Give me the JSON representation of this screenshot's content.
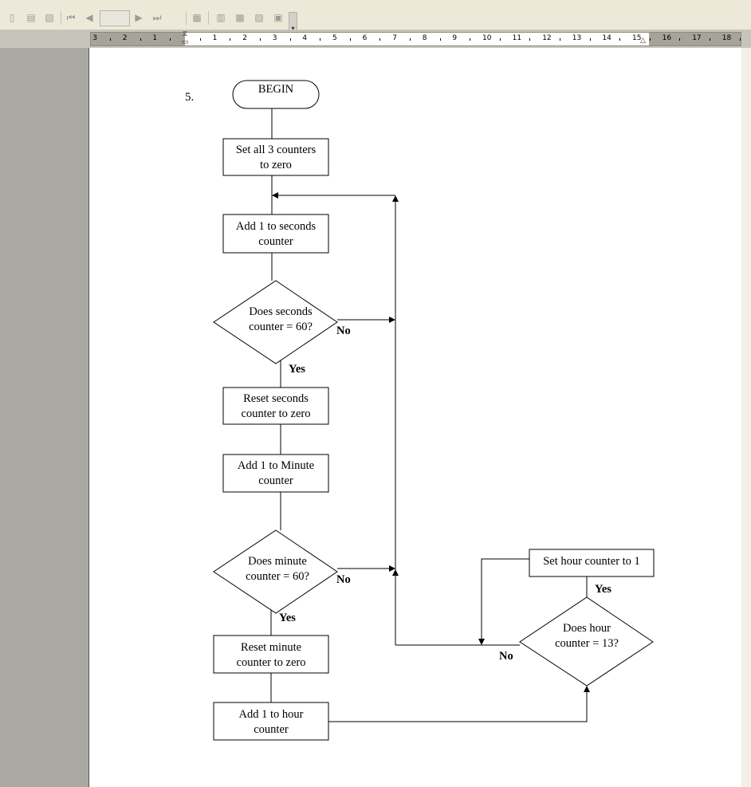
{
  "toolbar": {
    "record_icons": [
      "page-icon",
      "link-icon",
      "file-icon",
      "first-record-icon",
      "prev-record-icon",
      "next-record-icon",
      "last-record-icon",
      "merge-icon",
      "merge-printer-icon",
      "merge-email-icon"
    ],
    "record_number": ""
  },
  "ruler": {
    "labels": [
      "3",
      "2",
      "1",
      "1",
      "2",
      "3",
      "4",
      "5",
      "6",
      "7",
      "8",
      "9",
      "10",
      "11",
      "12",
      "13",
      "14",
      "15",
      "16",
      "17",
      "18"
    ]
  },
  "document": {
    "list_number": "5.",
    "nodes": {
      "begin": "BEGIN",
      "set_counters": [
        "Set all 3 counters",
        "to zero"
      ],
      "add_seconds": [
        "Add 1 to seconds",
        "counter"
      ],
      "q_seconds": [
        "Does seconds",
        "counter = 60?"
      ],
      "reset_seconds": [
        "Reset seconds",
        "counter to zero"
      ],
      "add_minute": [
        "Add 1 to Minute",
        "counter"
      ],
      "q_minute": [
        "Does minute",
        "counter = 60?"
      ],
      "reset_minute": [
        "Reset minute",
        "counter to zero"
      ],
      "add_hour": [
        "Add 1 to hour",
        "counter"
      ],
      "set_hour": [
        "Set hour counter to 1"
      ],
      "q_hour": [
        "Does hour",
        "counter = 13?"
      ]
    },
    "labels": {
      "no_seconds": "No",
      "yes_seconds": "Yes",
      "no_minute": "No",
      "yes_minute": "Yes",
      "yes_hour": "Yes",
      "no_hour": "No"
    }
  }
}
